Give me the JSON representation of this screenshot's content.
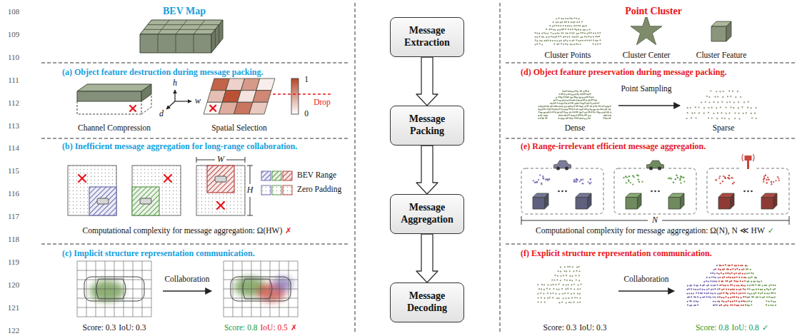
{
  "diagram": {
    "nodes": [
      {
        "text": [
          "Message Extraction"
        ]
      },
      {
        "text": [
          "Message Packing"
        ]
      },
      {
        "text": [
          "Message Aggregation"
        ]
      },
      {
        "text": [
          "Message Decoding"
        ]
      }
    ],
    "edges": [
      {
        "from": 0,
        "to": 1,
        "arrow": "to"
      },
      {
        "from": 1,
        "to": 2,
        "arrow": "to"
      },
      {
        "from": 2,
        "to": 3,
        "arrow": "to"
      }
    ],
    "labels": [
      "108",
      "109",
      "110",
      "111",
      "112",
      "113",
      "114",
      "115",
      "116",
      "117",
      "118",
      "119",
      "120",
      "121",
      "122",
      "BEV Map",
      "(a) Object feature destruction during message packing.",
      "h",
      "w",
      "d",
      "1",
      "Drop",
      "0",
      "Channel Compression",
      "Spatial Selection",
      "(b) Inefficient message aggregation for long-range collaboration.",
      "W",
      "H",
      "Computational complexity for message aggregation: Ω(HW)",
      "✗",
      "(c) Implicit structure representation communication.",
      "Collaboration",
      "Score: 0.3",
      "IoU: 0.3",
      "Score: 0.8",
      "IoU: 0.5",
      "✗",
      "Point Cluster",
      "Cluster Points",
      "Cluster Center",
      "Cluster Feature",
      "(d) Object feature preservation during message packing.",
      "Point Sampling",
      "Dense",
      "Sparse",
      "(e) Range-irrelevant efficient message aggregation.",
      "N",
      "Computational complexity for message aggregation: Ω(N), N ≪ HW",
      "✓",
      "(f) Explicit structure representation communication.",
      "Collaboration",
      "Score: 0.3",
      "IoU: 0.3",
      "Score: 0.8",
      "IoU: 0.8",
      "✓"
    ],
    "legend": [
      {
        "text": "BEV Range"
      },
      {
        "text": "Zero Padding"
      }
    ]
  }
}
